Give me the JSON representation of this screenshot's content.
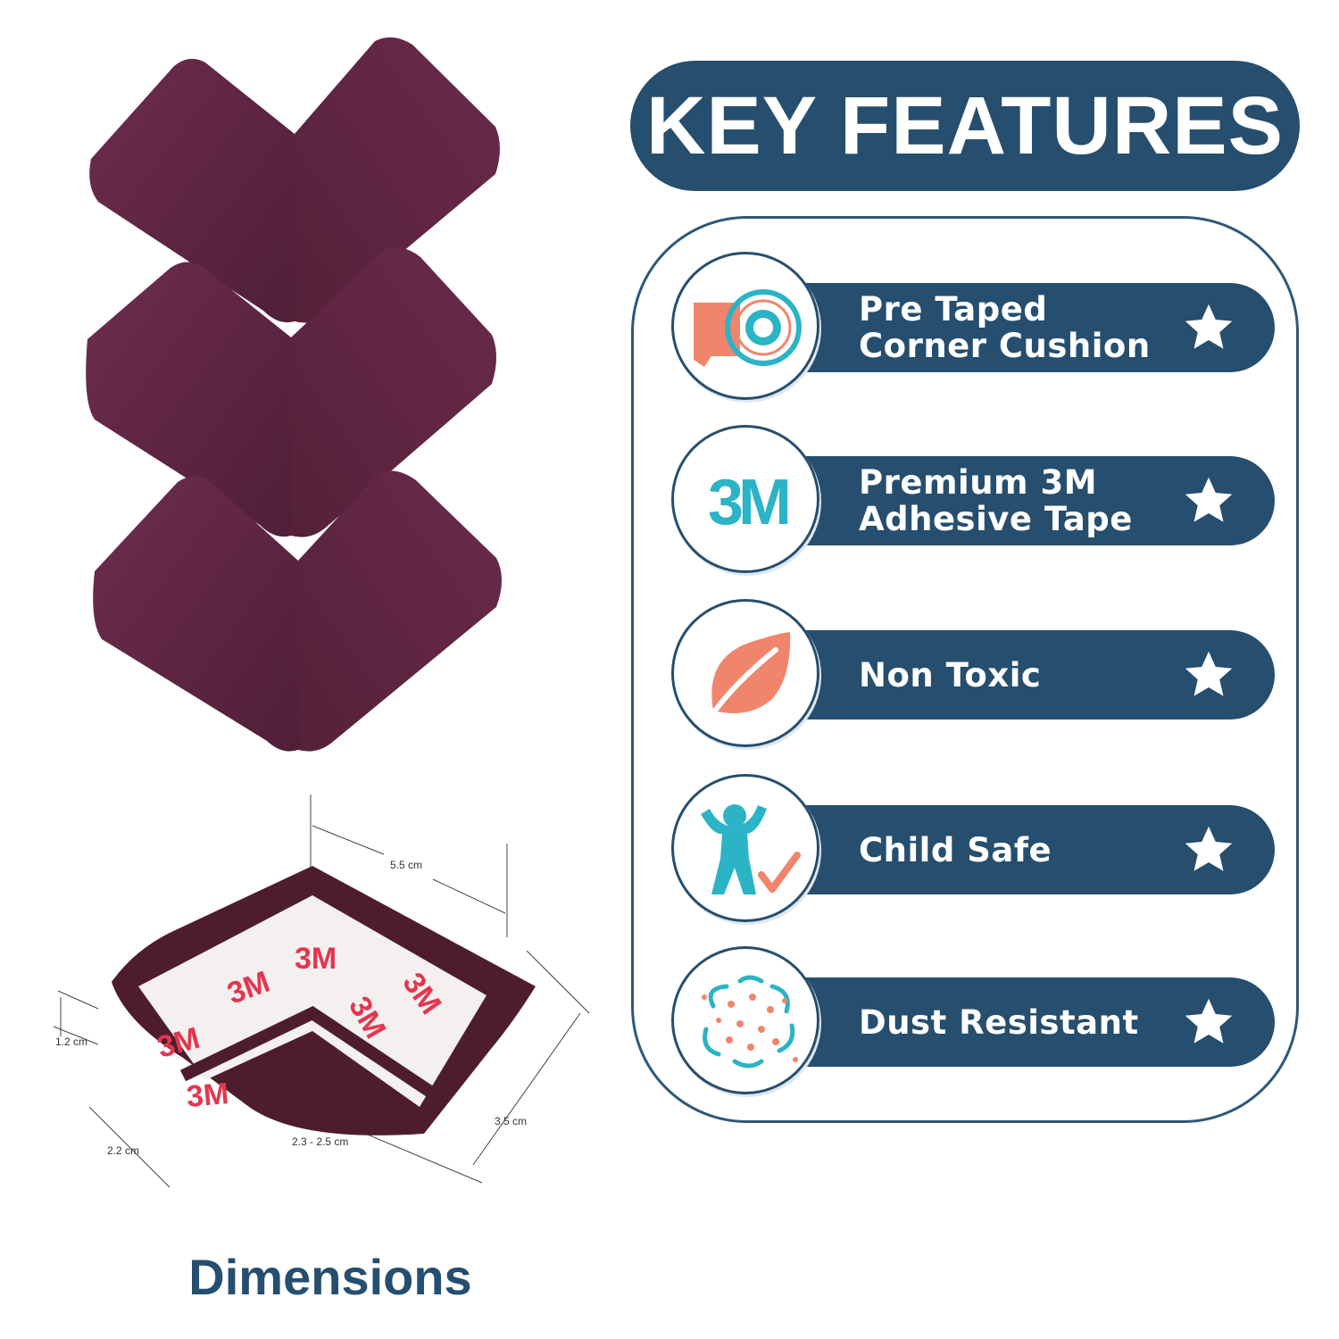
{
  "header": {
    "title": "KEY FEATURES"
  },
  "features": [
    {
      "line1": "Pre Taped",
      "line2": "Corner Cushion",
      "icon": "tape-roll-icon"
    },
    {
      "line1": "Premium 3M",
      "line2": "Adhesive Tape",
      "icon": "3m-logo-icon"
    },
    {
      "line1": "Non Toxic",
      "line2": "",
      "icon": "leaf-icon"
    },
    {
      "line1": "Child Safe",
      "line2": "",
      "icon": "child-check-icon"
    },
    {
      "line1": "Dust Resistant",
      "line2": "",
      "icon": "dust-particles-icon"
    }
  ],
  "dimensions": {
    "top_width": "5.5 cm",
    "thickness": "1.2 cm",
    "side_left": "2.2 cm",
    "inner_arm": "2.3 - 2.5 cm",
    "side_right": "3.5 cm",
    "caption": "Dimensions"
  },
  "colors": {
    "navy": "#264e6e",
    "cushion": "#5a2440",
    "accent_teal": "#2bb3c6",
    "accent_coral": "#f0856c"
  },
  "logo_text": "3M"
}
